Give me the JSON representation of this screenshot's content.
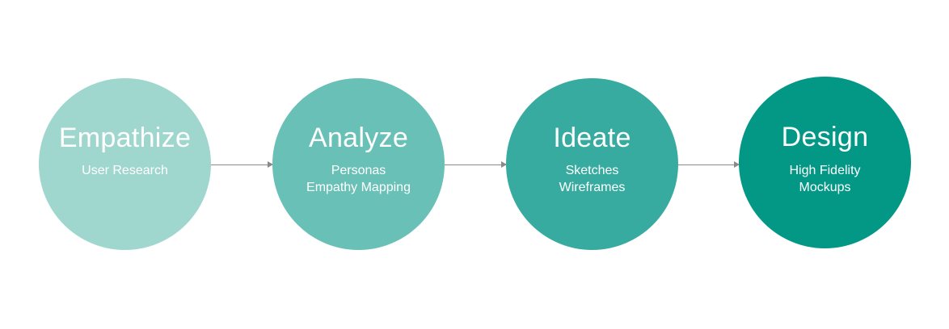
{
  "steps": [
    {
      "title": "Empathize",
      "items": [
        "User Research"
      ],
      "color": "#9fd7cf"
    },
    {
      "title": "Analyze",
      "items": [
        "Personas",
        "Empathy Mapping"
      ],
      "color": "#69c0b6"
    },
    {
      "title": "Ideate",
      "items": [
        "Sketches",
        "Wireframes"
      ],
      "color": "#38aba0"
    },
    {
      "title": "Design",
      "items": [
        "High Fidelity",
        "Mockups"
      ],
      "color": "#039886"
    }
  ],
  "connector_color": "#8a8a8a"
}
